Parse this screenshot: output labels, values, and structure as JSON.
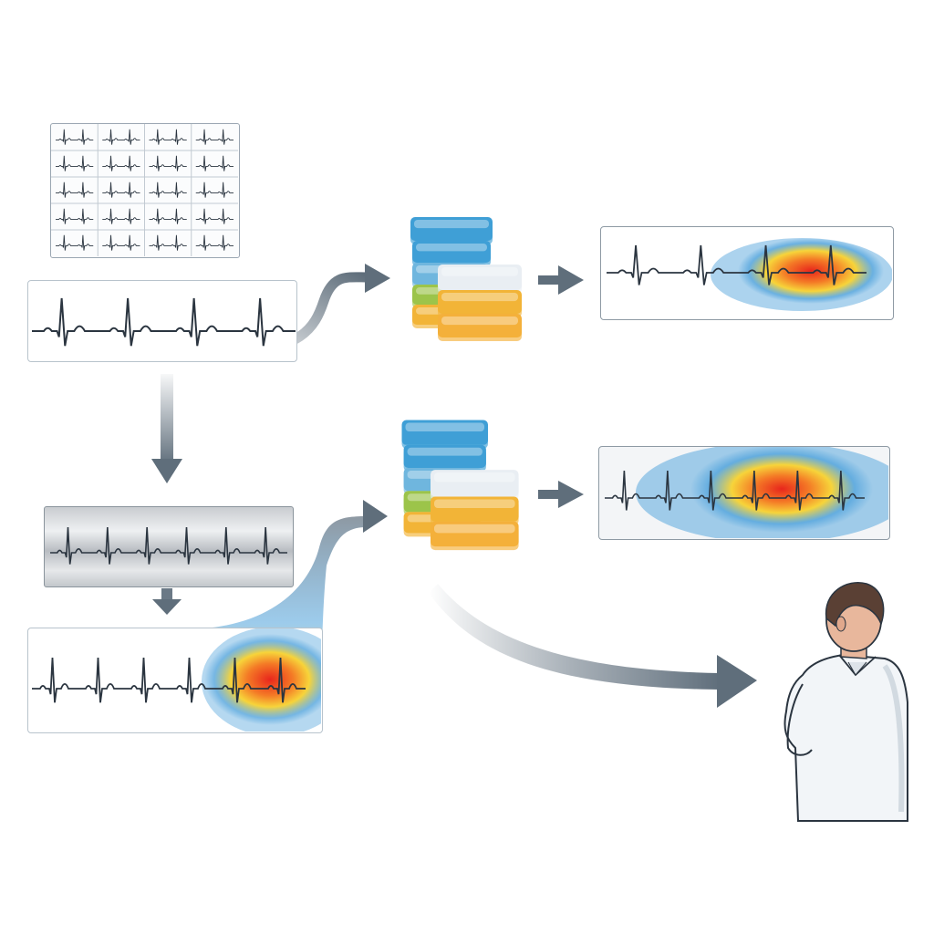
{
  "diagram": {
    "nodes": [
      {
        "id": "ecg-grid",
        "kind": "12-lead ECG grid"
      },
      {
        "id": "ecg-single",
        "kind": "single ECG trace"
      },
      {
        "id": "ecg-noisy",
        "kind": "noisy ECG trace"
      },
      {
        "id": "ecg-heatmap",
        "kind": "ECG trace with attention heatmap"
      },
      {
        "id": "model-1",
        "kind": "stacked model blocks"
      },
      {
        "id": "model-2",
        "kind": "stacked model blocks"
      },
      {
        "id": "output-1",
        "kind": "ECG trace with heatmap"
      },
      {
        "id": "output-2",
        "kind": "ECG trace with heatmap"
      },
      {
        "id": "clinician",
        "kind": "clinician figure"
      }
    ],
    "edges": [
      {
        "from": "ecg-single",
        "to": "model-1"
      },
      {
        "from": "ecg-single",
        "to": "ecg-noisy"
      },
      {
        "from": "ecg-noisy",
        "to": "ecg-heatmap"
      },
      {
        "from": "ecg-heatmap",
        "to": "model-2"
      },
      {
        "from": "model-1",
        "to": "output-1"
      },
      {
        "from": "model-2",
        "to": "output-2"
      },
      {
        "from": "model-2",
        "to": "clinician"
      }
    ],
    "colors": {
      "arrow": "#5f6e7b",
      "block_blue": "#3f9fd6",
      "block_green": "#9cc44a",
      "block_yellow": "#f2b437",
      "block_white": "#e9eef3",
      "heat_red": "#e8261c",
      "heat_yellow": "#f7d43a",
      "heat_blue": "#5aa8de",
      "ecg_line": "#2b3540",
      "panel_border": "#9aa6b2",
      "coat": "#f2f5f8",
      "hair": "#5a4034",
      "skin": "#e8b79c"
    },
    "icons": [
      "ecg-waveform-icon",
      "stacked-blocks-icon",
      "arrow-icon",
      "person-icon"
    ]
  }
}
